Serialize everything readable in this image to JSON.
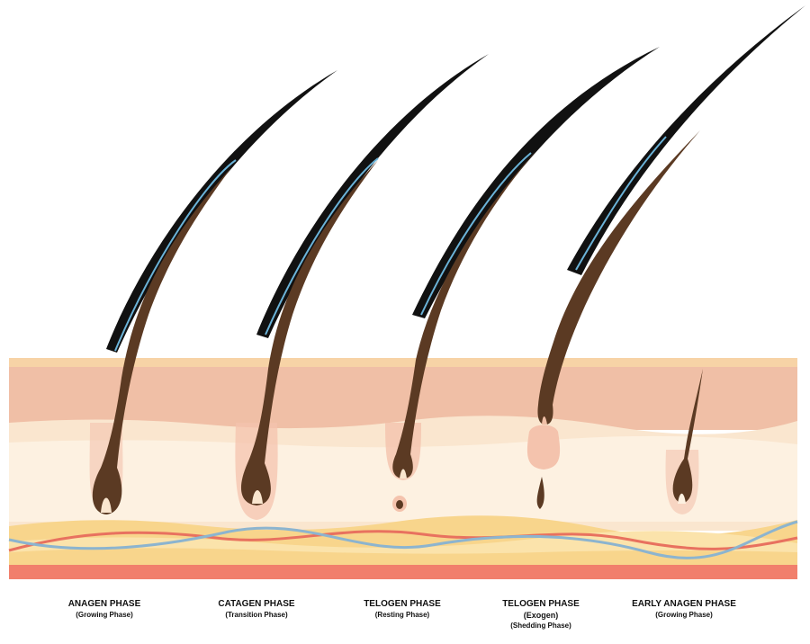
{
  "phases": [
    {
      "title": "ANAGEN PHASE",
      "subtitle": "(Growing Phase)"
    },
    {
      "title": "CATAGEN PHASE",
      "subtitle": "(Transition Phase)"
    },
    {
      "title": "TELOGEN PHASE",
      "subtitle": "(Resting Phase)"
    },
    {
      "title": "TELOGEN PHASE",
      "line2": "(Exogen)",
      "subtitle": "(Shedding Phase)"
    },
    {
      "title": "EARLY ANAGEN PHASE",
      "subtitle": "(Growing Phase)"
    }
  ],
  "colors": {
    "epidermis_top": "#f7d3a6",
    "epidermis": "#f0bfa6",
    "dermis": "#fae6cf",
    "dermis_light": "#fdf1e1",
    "fat_layer": "#f8d58c",
    "base_layer": "#f17f6c",
    "hair_black": "#111111",
    "hair_brown": "#5b3a23",
    "hair_highlight": "#6bb3d8",
    "follicle_sheath": "#f4c3ad",
    "artery": "#e8715f",
    "vein": "#8cb4cf"
  }
}
